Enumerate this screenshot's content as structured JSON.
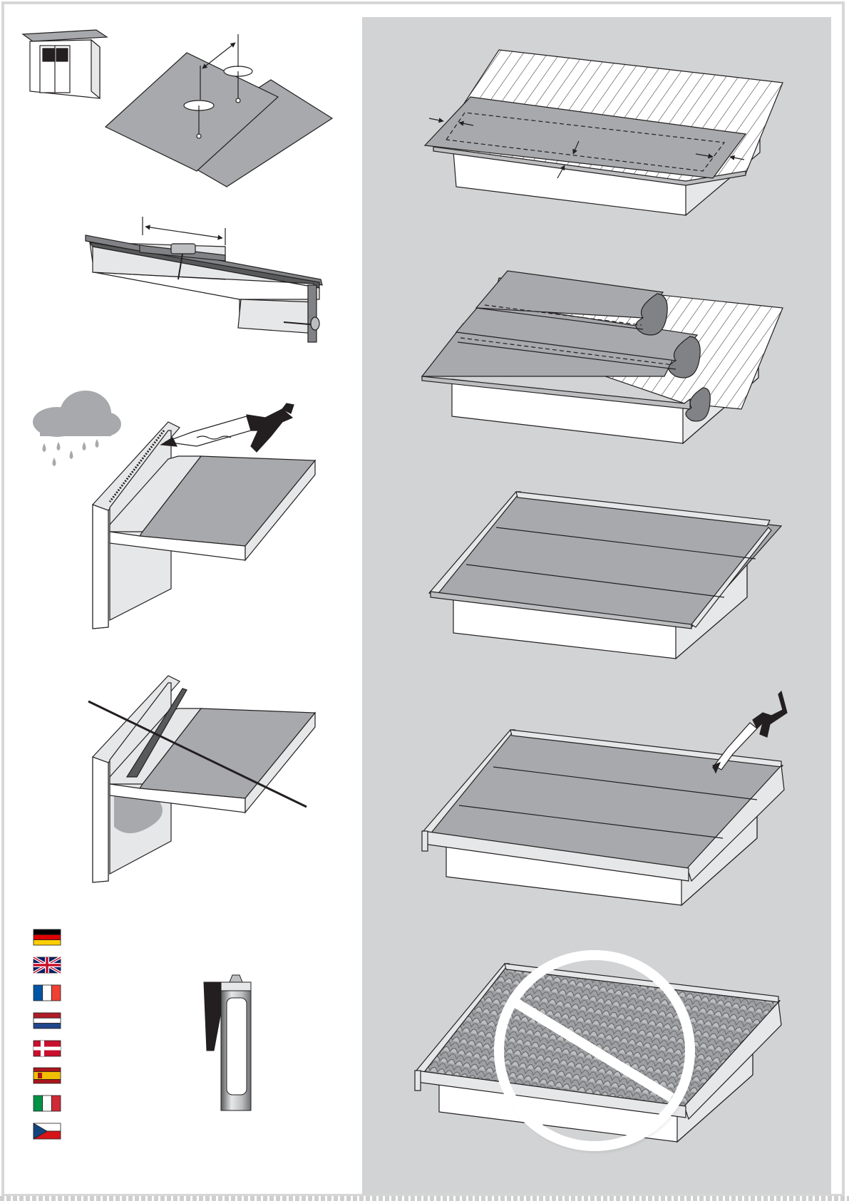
{
  "page": {
    "type": "wordless roof-felt installation instructions",
    "panels": {
      "left": [
        "shed-overview",
        "felt-nailing-overlap",
        "edge-trim-nail-spacing",
        "sealant-under-rain",
        "wrong-no-sealant-leak"
      ],
      "right": [
        "first-felt-strip-overhang",
        "rolling-out-felt-strips",
        "fitted-edge-trims",
        "sealing-trim-joint",
        "no-shingle-roof-prohibited"
      ]
    },
    "languages": [
      "de",
      "gb",
      "fr",
      "nl",
      "dk",
      "es",
      "it",
      "cz"
    ],
    "colors": {
      "frame": "#d7d7d7",
      "panel": "#d1d3d4",
      "felt": "#a7a9ac",
      "dark_felt": "#808285",
      "outline": "#231f20",
      "white": "#ffffff"
    },
    "icons": {
      "rain": "rain-cloud-icon",
      "sealant": "caulking-gun-icon",
      "cartridge": "sealant-cartridge-icon",
      "prohibited": "prohibition-sign-icon"
    }
  }
}
